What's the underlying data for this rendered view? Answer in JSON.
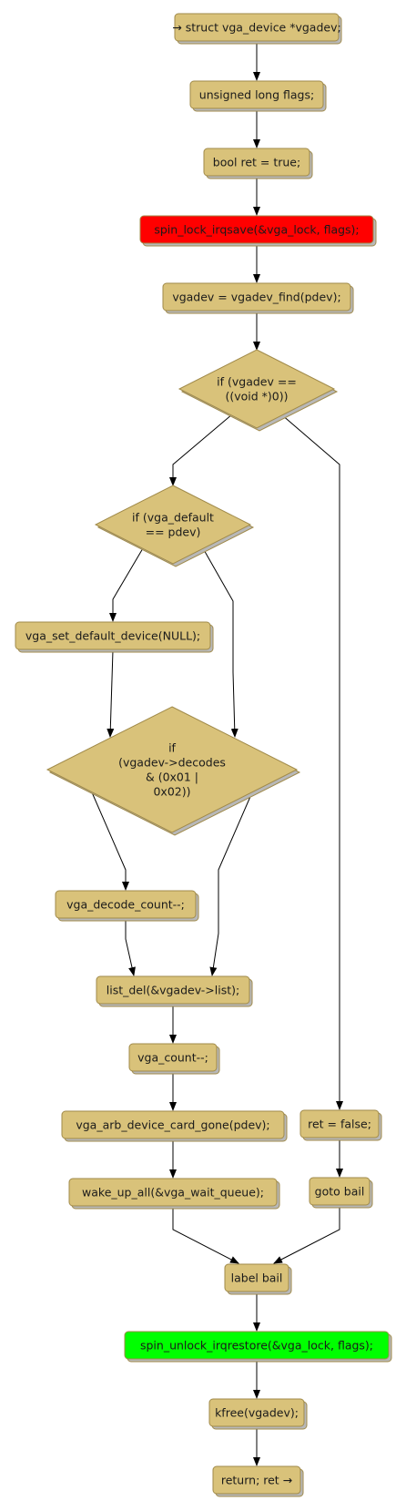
{
  "colors": {
    "node_fill": "#d9c27a",
    "lock_fill": "#ff0000",
    "unlock_fill": "#00ff00"
  },
  "nodes": {
    "n1": "→ struct vga_device *vgadev;",
    "n2": "unsigned long flags;",
    "n3": "bool ret = true;",
    "n4": "spin_lock_irqsave(&vga_lock, flags);",
    "n5": "vgadev = vgadev_find(pdev);",
    "d1": [
      "if (vgadev ==",
      "((void *)0))"
    ],
    "d2": [
      "if (vga_default",
      "== pdev)"
    ],
    "n6": "vga_set_default_device(NULL);",
    "d3": [
      "if",
      "(vgadev->decodes",
      "& (0x01 |",
      "0x02))"
    ],
    "n7": "vga_decode_count--;",
    "n8": "list_del(&vgadev->list);",
    "n9": "vga_count--;",
    "n10": "vga_arb_device_card_gone(pdev);",
    "n11": "wake_up_all(&vga_wait_queue);",
    "n12": "ret = false;",
    "n13": "goto bail",
    "n14": "label bail",
    "n15": "spin_unlock_irqrestore(&vga_lock, flags);",
    "n16": "kfree(vgadev);",
    "n17": "return; ret →"
  }
}
